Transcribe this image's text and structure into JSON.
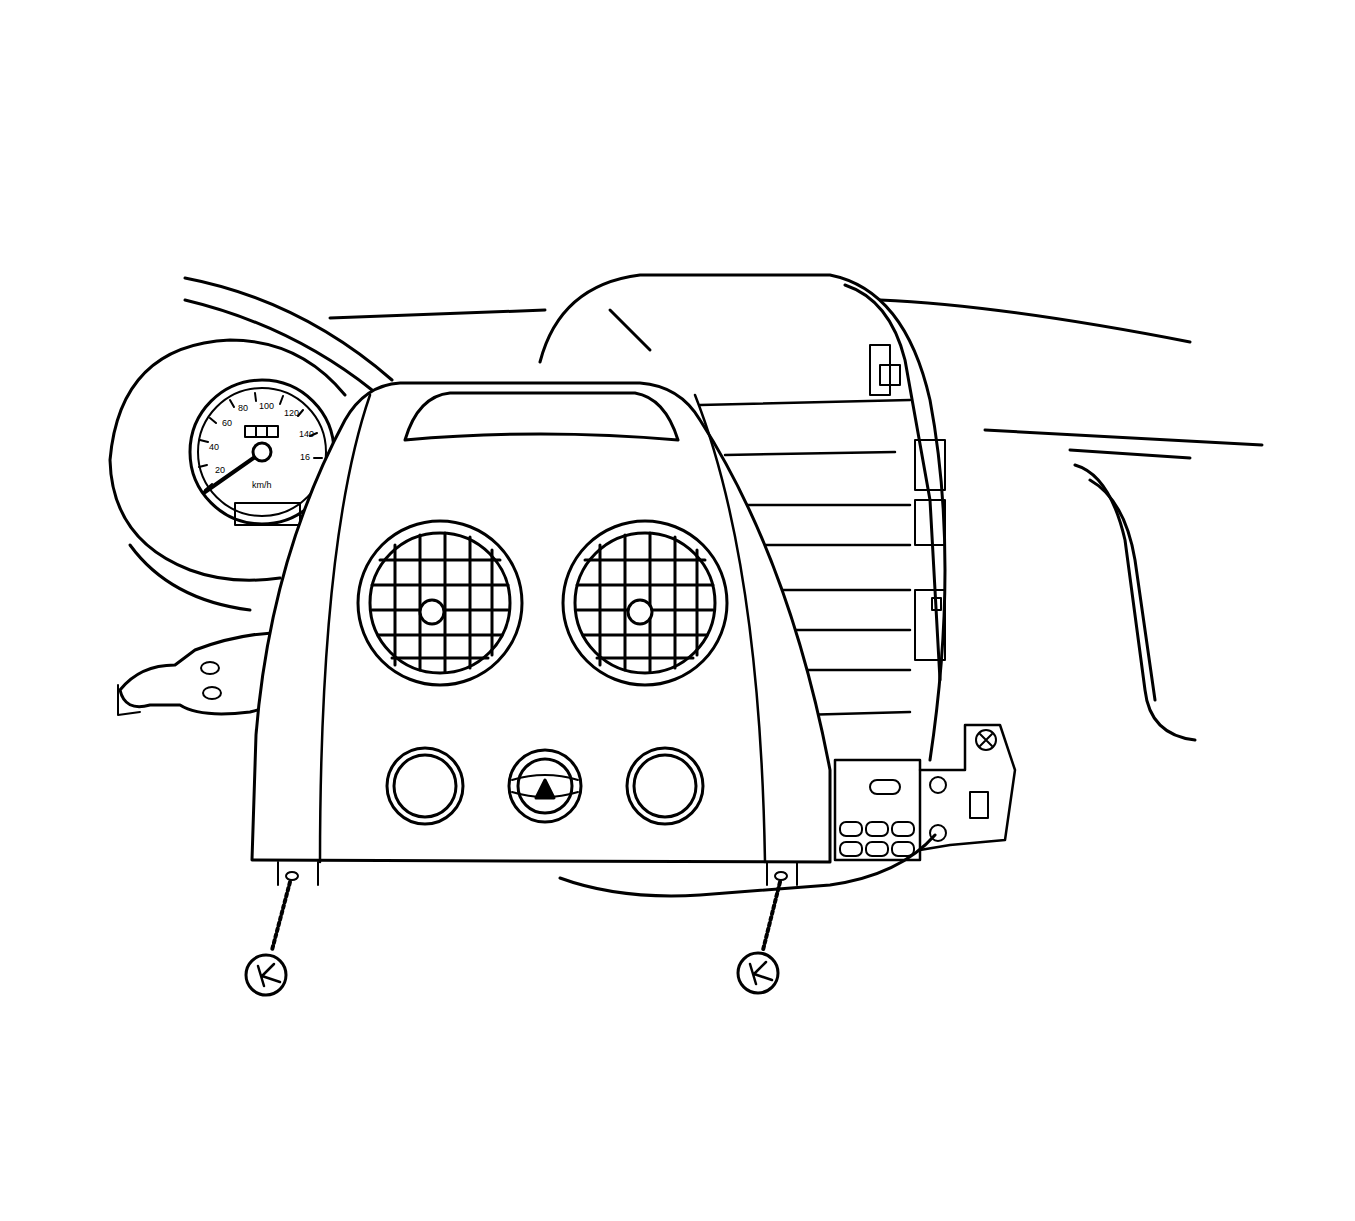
{
  "diagram": {
    "labels": [
      "20",
      "40",
      "60",
      "80",
      "100",
      "120",
      "140",
      "16",
      "km/h"
    ]
  }
}
